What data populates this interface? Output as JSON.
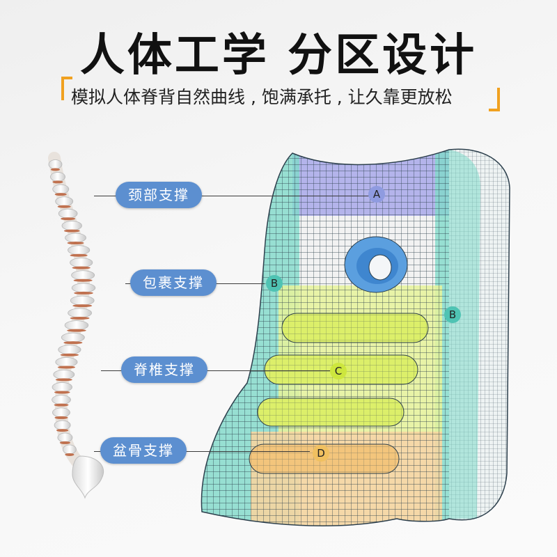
{
  "header": {
    "title": "人体工学 分区设计",
    "subtitle": "模拟人体脊背自然曲线 , 饱满承托 , 让久靠更放松"
  },
  "labels": [
    {
      "id": "neck",
      "text": "颈部支撑",
      "zone": "A"
    },
    {
      "id": "wrap",
      "text": "包裹支撑",
      "zone": "B"
    },
    {
      "id": "spine",
      "text": "脊椎支撑",
      "zone": "C"
    },
    {
      "id": "pelvis",
      "text": "盆骨支撑",
      "zone": "D"
    }
  ],
  "zones": {
    "A": {
      "letter": "A",
      "color": "#a9a9ea"
    },
    "B": {
      "letter": "B",
      "color": "#7fd9c9"
    },
    "C": {
      "letter": "C",
      "color": "#dfef79"
    },
    "D": {
      "letter": "D",
      "color": "#f3c57c"
    }
  },
  "colors": {
    "label_bg": "#5c8fd0",
    "bracket": "#f0a120",
    "wire": "#2c3f4c"
  }
}
